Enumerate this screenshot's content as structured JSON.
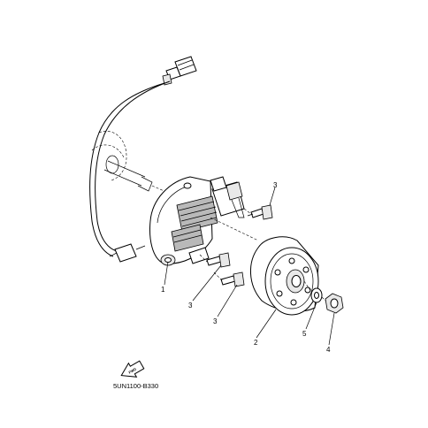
{
  "callouts": [
    {
      "id": "c1a",
      "label": "1"
    },
    {
      "id": "c2",
      "label": "2"
    },
    {
      "id": "c3a",
      "label": "3"
    },
    {
      "id": "c3b",
      "label": "3"
    },
    {
      "id": "c3c",
      "label": "3"
    },
    {
      "id": "c4",
      "label": "4"
    },
    {
      "id": "c5",
      "label": "5"
    }
  ],
  "diagram_code": "5UN1100-B330",
  "fwd_label": "FWD",
  "parts": [
    {
      "name": "stator-assembly",
      "callout": "1"
    },
    {
      "name": "rotor-assembly",
      "callout": "2"
    },
    {
      "name": "bolt",
      "callout": "3"
    },
    {
      "name": "nut",
      "callout": "4"
    },
    {
      "name": "washer",
      "callout": "5"
    }
  ]
}
